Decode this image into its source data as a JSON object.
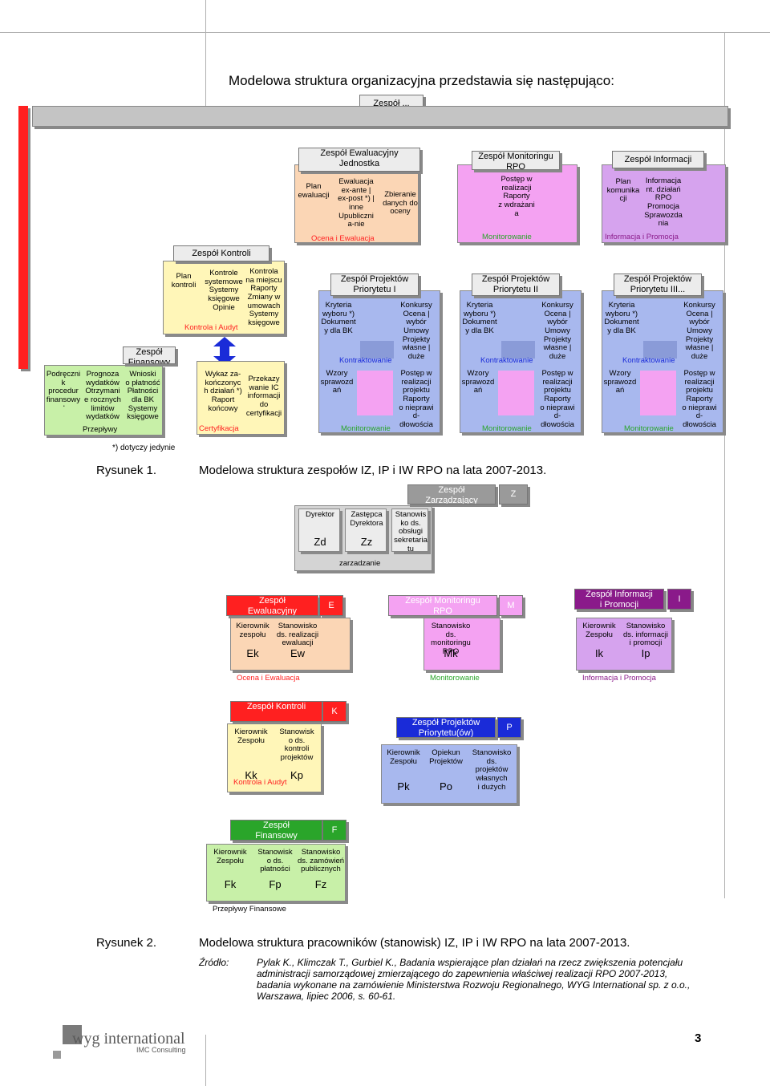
{
  "page": {
    "title": "Modelowa struktura organizacyjna przedstawia się następująco:",
    "number": "3",
    "footnote": "*) dotyczy jedynie"
  },
  "fig1": {
    "top_team": "Zespół ...",
    "eval": {
      "header": "Zespół Ewaluacyjny\nJednostka",
      "c1": "Plan\newaluacji",
      "c2": "Ewaluacja\nex-ante |\nex-post *) |\ninne\nUpubliczni\na-nie",
      "c3": "Zbieranie\ndanych do\noceny",
      "foot": "Ocena i Ewaluacja"
    },
    "monitor": {
      "header": "Zespół Monitoringu\nRPO",
      "c1": "Postęp w\nrealizacji\nRaporty\nz wdrażani\na",
      "foot": "Monitorowanie"
    },
    "info": {
      "header": "Zespół Informacji",
      "c1": "Plan\nkomunika\ncji",
      "c2": "Informacja\nnt. działań\nRPO\nPromocja\nSprawozda\nnia",
      "foot": "Informacja i Promocja"
    },
    "control": {
      "header": "Zespół Kontroli",
      "c1": "Plan\nkontroli",
      "c2": "Kontrole\nsystemowe\nSystemy\nksięgowe\nOpinie",
      "c3": "Kontrola\nna miejscu\nRaporty\nZmiany w\numowach\nSystemy\nksięgowe",
      "foot": "Kontrola i Audyt",
      "b1": "Wykaz za-\nkończonyc\nh działań *)\nRaport\nkońcowy",
      "b2": "Przekazy\nwanie IC\ninformacji\ndo\ncertyfikacji",
      "bfoot": "Certyfikacja"
    },
    "finance": {
      "header": "Zespół\nFinansowy",
      "c1": "Podręczni\nk\nprocedur\nfinansowy\nch",
      "c2": "Prognoza\nwydatków\nOtrzymani\ne rocznych\nlimitów\nwydatków",
      "c3": "Wnioski\no płatność\nPłatności\ndla BK\nSystemy\nksięgowe\nWindykacj",
      "foot": "Przepływy"
    },
    "priorities": [
      {
        "header": "Zespół Projektów\nPriorytetu I",
        "a": "Kryteria\nwyboru *)\nDokument\ny dla BK",
        "b": "Konkursy\nOcena |\nwybór\nUmowy\nProjekty\nwłasne |\nduże",
        "f1": "Kontraktowanie",
        "c": "Wzory\nsprawozd\nań",
        "d": "Postęp w\nrealizacji\nprojektu\nRaporty\no nieprawi\nd-\ndłowościa\nch",
        "f2": "Monitorowanie"
      },
      {
        "header": "Zespół Projektów\nPriorytetu II",
        "a": "Kryteria\nwyboru *)\nDokument\ny dla BK",
        "b": "Konkursy\nOcena |\nwybór\nUmowy\nProjekty\nwłasne |\nduże",
        "f1": "Kontraktowanie",
        "c": "Wzory\nsprawozd\nań",
        "d": "Postęp w\nrealizacji\nprojektu\nRaporty\no nieprawi\nd-\ndłowościa\nch",
        "f2": "Monitorowanie"
      },
      {
        "header": "Zespół Projektów\nPriorytetu III...",
        "a": "Kryteria\nwyboru *)\nDokument\ny dla BK",
        "b": "Konkursy\nOcena |\nwybór\nUmowy\nProjekty\nwłasne |\nduże",
        "f1": "Kontraktowanie",
        "c": "Wzory\nsprawozd\nań",
        "d": "Postęp w\nrealizacji\nprojektu\nRaporty\no nieprawi\nd-\ndłowościa\nch",
        "f2": "Monitorowanie"
      }
    ]
  },
  "cap1": {
    "label": "Rysunek 1.",
    "text": "Modelowa struktura zespołów IZ, IP i IW RPO na lata 2007-2013."
  },
  "fig2": {
    "mgmt": {
      "header": "Zespół\nZarządzający",
      "code": "Z",
      "p1": "Dyrektor",
      "k1": "Zd",
      "p2": "Zastępca\nDyrektora",
      "k2": "Zz",
      "p3": "Stanowis\nko ds.\nobsługi\nsekretaria\ntu",
      "foot": "zarzadzanie"
    },
    "eval": {
      "header": "Zespół\nEwaluacyjny",
      "code": "E",
      "p1": "Kierownik\nzespołu",
      "k1": "Ek",
      "p2": "Stanowisko\nds. realizacji\newaluacji",
      "k2": "Ew",
      "foot": "Ocena i Ewaluacja"
    },
    "monitor": {
      "header": "Zespół Monitoringu\nRPO",
      "code": "M",
      "p1": "Stanowisko\nds.\nmonitoringu\nRPO",
      "k1": "Mk",
      "foot": "Monitorowanie"
    },
    "info": {
      "header": "Zespół Informacji\ni Promocji",
      "code": "I",
      "p1": "Kierownik\nZespołu",
      "k1": "Ik",
      "p2": "Stanowisko\nds. informacji\ni promocji",
      "k2": "Ip",
      "foot": "Informacja i Promocja"
    },
    "control": {
      "header": "Zespół Kontroli",
      "code": "K",
      "p1": "Kierownik\nZespołu",
      "k1": "Kk",
      "p2": "Stanowisk\no ds.\nkontroli\nprojektów",
      "k2": "Kp",
      "foot": "Kontrola i Audyt"
    },
    "projects": {
      "header": "Zespół Projektów\nPriorytetu(ów)",
      "code": "P",
      "p1": "Kierownik\nZespołu",
      "k1": "Pk",
      "p2": "Opiekun\nProjektów",
      "k2": "Po",
      "p3": "Stanowisko\nds.\nprojektów\nwłasnych\ni dużych"
    },
    "finance": {
      "header": "Zespół\nFinansowy",
      "code": "F",
      "p1": "Kierownik\nZespołu",
      "k1": "Fk",
      "p2": "Stanowisk\no ds.\npłatności",
      "k2": "Fp",
      "p3": "Stanowisko\nds. zamówień\npublicznych",
      "k3": "Fz",
      "foot": "Przepływy Finansowe"
    }
  },
  "cap2": {
    "label": "Rysunek 2.",
    "text": "Modelowa struktura pracowników (stanowisk) IZ, IP i IW RPO na lata 2007-2013."
  },
  "source": {
    "label": "Źródło:",
    "text": "Pylak K., Klimczak T., Gurbiel K., Badania wspierające plan działań na rzecz zwiększenia potencjału administracji samorządowej zmierzającego do zapewnienia właściwej realizacji RPO 2007-2013, badania wykonane na zamówienie Ministerstwa Rozwoju Regionalnego, WYG International sp. z o.o., Warszawa, lipiec 2006, s. 60-61."
  },
  "logo": {
    "name": "wyg international",
    "sub": "IMC Consulting"
  },
  "colors": {
    "eval": "#fbd6b5",
    "monitor": "#f4a2f2",
    "info": "#d6a3ee",
    "control": "#fff6b8",
    "finance": "#c8f0a8",
    "projects": "#a8b8ee",
    "red": "#ff2020",
    "green": "#2aa52a",
    "purple": "#8a1a8a",
    "blue": "#1a2bd8"
  }
}
